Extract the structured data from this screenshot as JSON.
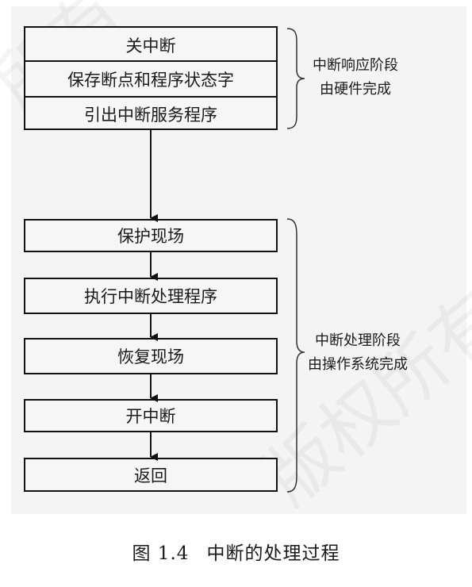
{
  "response_phase": {
    "steps": [
      "关中断",
      "保存断点和程序状态字",
      "引出中断服务程序"
    ],
    "label_line1": "中断响应阶段",
    "label_line2": "由硬件完成"
  },
  "handling_phase": {
    "steps": [
      "保护现场",
      "执行中断处理程序",
      "恢复现场",
      "开中断",
      "返回"
    ],
    "label_line1": "中断处理阶段",
    "label_line2": "由操作系统完成"
  },
  "caption": {
    "figure_number": "图 1.4",
    "title": "中断的处理过程"
  }
}
